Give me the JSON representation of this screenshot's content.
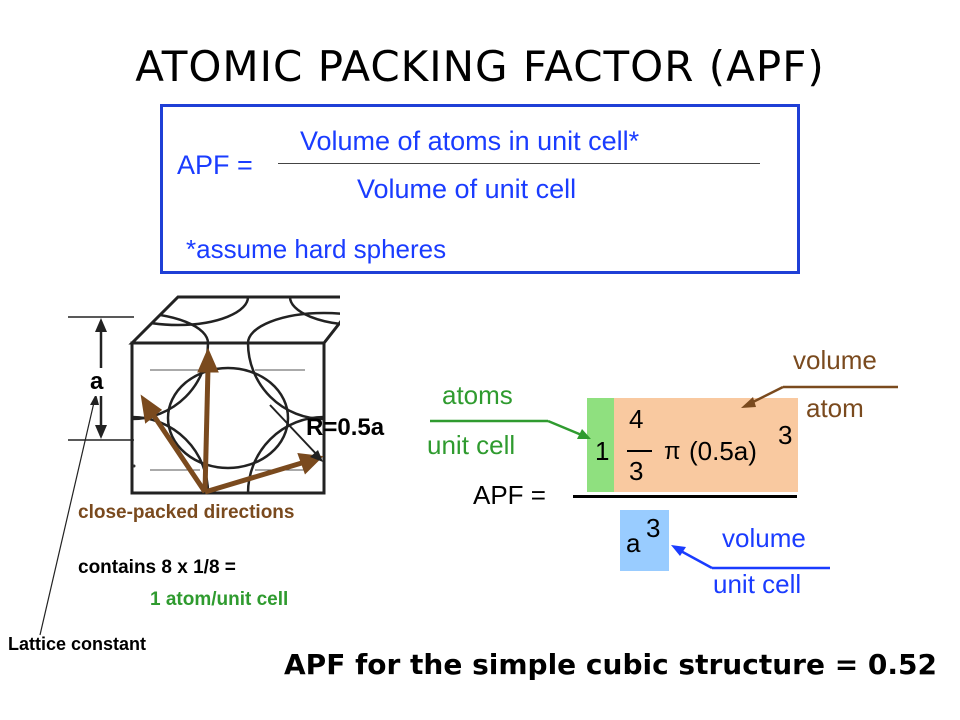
{
  "title": "ATOMIC PACKING FACTOR (APF)",
  "definition": {
    "lhs": "APF =",
    "numerator": "Volume of atoms in unit cell*",
    "denominator": "Volume of unit cell",
    "note": "*assume hard spheres"
  },
  "cube": {
    "edge_label": "a",
    "radius_label": "R=0.5a",
    "close_packed_label": "close-packed directions",
    "contains_label": "contains 8 x 1/8 =",
    "atoms_label": "1 atom/unit cell",
    "lattice_label": "Lattice constant"
  },
  "formula": {
    "atoms_label": "atoms",
    "per_unit_cell_label": "unit cell",
    "one": "1",
    "four": "4",
    "three": "3",
    "pi": "π",
    "radius_term": "(0.5a)",
    "exponent": "3",
    "apf_label": "APF =",
    "a_symbol": "a",
    "a_exponent": "3",
    "volume_atom_top": "volume",
    "volume_atom_bottom": "atom",
    "volume_cell_top": "volume",
    "volume_cell_bottom": "unit cell"
  },
  "conclusion": "APF for the simple cubic structure = 0.52",
  "colors": {
    "box_border": "#1f3fd6",
    "text_blue": "#1a3cff",
    "text_brown": "#7a4a1e",
    "text_green": "#2f9b2f",
    "green_fill": "#8fe07f",
    "orange_fill": "#f9c9a0",
    "blue_fill": "#99ccff"
  }
}
